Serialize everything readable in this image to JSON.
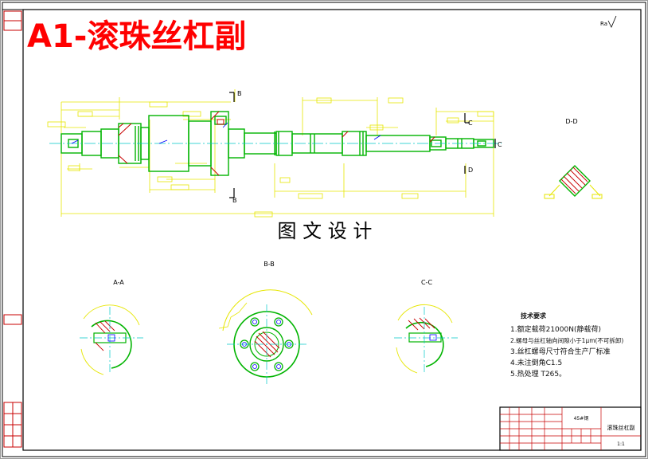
{
  "title": "A1-滚珠丝杠副",
  "watermark": "图 文 设 计",
  "views": {
    "bb": "B-B",
    "aa": "A-A",
    "cc": "C-C",
    "dd": "D-D"
  },
  "section_markers": {
    "b_top": "B",
    "b_bottom": "B",
    "c_top": "C",
    "c_right": "C",
    "d_right": "D"
  },
  "tech_requirements": {
    "heading": "技术要求",
    "items": [
      "1.额定载荷21000N(静载荷)",
      "2.螺母与丝杠轴向间隙小于1μm(不可拆卸)",
      "3.丝杠螺母尺寸符合生产厂标准",
      "4.未注倒角C1.5",
      "5.热处理 T265。"
    ]
  },
  "title_block": {
    "drawing_name": "滚珠丝杠副",
    "material": "45#钢",
    "scale": "1:1"
  },
  "colors": {
    "frame": "#000000",
    "outline": "#00b400",
    "dimension": "#e6e600",
    "hatch": "#c80000",
    "centerline": "#00c8c8",
    "annotation": "#0000ff",
    "title": "#ff0000"
  }
}
